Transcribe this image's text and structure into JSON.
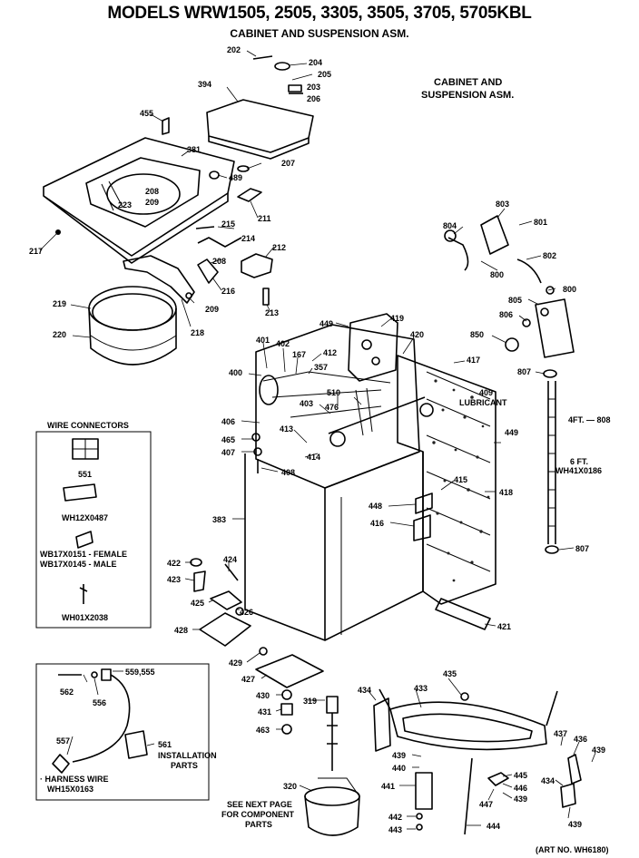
{
  "title": "MODELS WRW1505, 2505, 3305, 3505, 3705, 5705KBL",
  "subtitle": "CABINET AND SUSPENSION ASM.",
  "section_title": [
    "CABINET AND",
    "SUSPENSION ASM."
  ],
  "wire_connectors": {
    "title": "WIRE CONNECTORS",
    "items": [
      "551",
      "WH12X0487",
      "WB17X0151 - FEMALE",
      "WB17X0145 - MALE",
      "WH01X2038"
    ]
  },
  "harness": {
    "labels": [
      "562",
      "556",
      "559,555",
      "557",
      "561"
    ],
    "installation_parts": [
      "INSTALLATION",
      "PARTS"
    ],
    "harness_wire": [
      "· HARNESS WIRE",
      "WH15X0163"
    ]
  },
  "notes": {
    "lubricant": [
      "409",
      "LUBRICANT"
    ],
    "hose_4ft": "4FT. — 808",
    "hose_6ft": [
      "6 FT.",
      "WH41X0186"
    ],
    "see_next_page": [
      "SEE NEXT PAGE",
      "FOR COMPONENT",
      "PARTS"
    ],
    "art_no": "(ART NO. WH6180)"
  },
  "part_labels": [
    "202",
    "204",
    "205",
    "203",
    "206",
    "394",
    "455",
    "381",
    "207",
    "489",
    "208",
    "223",
    "209",
    "211",
    "215",
    "214",
    "212",
    "217",
    "208",
    "216",
    "213",
    "219",
    "209",
    "218",
    "220",
    "803",
    "801",
    "804",
    "802",
    "800",
    "800",
    "805",
    "806",
    "850",
    "419",
    "420",
    "449",
    "401",
    "402",
    "167",
    "412",
    "357",
    "417",
    "807",
    "400",
    "403",
    "476",
    "510",
    "406",
    "413",
    "465",
    "414",
    "407",
    "408",
    "449",
    "415",
    "418",
    "383",
    "448",
    "416",
    "422",
    "424",
    "423",
    "425",
    "426",
    "428",
    "421",
    "429",
    "427",
    "435",
    "430",
    "319",
    "434",
    "433",
    "431",
    "463",
    "437",
    "436",
    "439",
    "439",
    "440",
    "445",
    "446",
    "439",
    "434",
    "441",
    "447",
    "439",
    "442",
    "443",
    "444",
    "320",
    "807"
  ]
}
